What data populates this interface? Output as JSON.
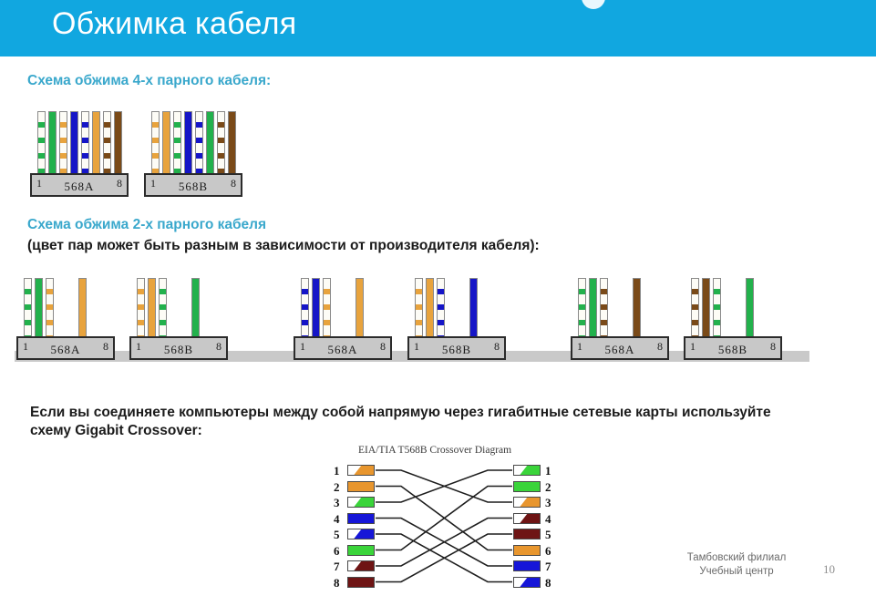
{
  "header": {
    "title": "Обжимка кабеля",
    "bg_color": "#11a7e0"
  },
  "sections": {
    "four_pair_heading": "Схема обжима 4-х парного кабеля:",
    "two_pair_heading": "Схема обжима 2-х парного кабеля",
    "two_pair_note": "(цвет пар может быть разным в зависимости от производителя кабеля):",
    "crossover_text_line1": "Если вы соединяете компьютеры между собой напрямую через гигабитные сетевые карты используйте",
    "crossover_text_line2": "схему Gigabit Crossover:"
  },
  "colors": {
    "green": "#22b14c",
    "orange": "#e8a33d",
    "blue": "#1515c7",
    "brown": "#7a4a18",
    "white": "#fdfcf6",
    "sw_green": "#3ad43a",
    "sw_orange": "#e8962e",
    "sw_blue": "#1616d8",
    "sw_brown": "#6e1414"
  },
  "four_pair_connectors": [
    {
      "standard": "568A",
      "pin_first": "1",
      "pin_last": "8",
      "wires": [
        {
          "pin": "1",
          "color": "green",
          "striped": true
        },
        {
          "pin": "2",
          "color": "green",
          "striped": false
        },
        {
          "pin": "3",
          "color": "orange",
          "striped": true
        },
        {
          "pin": "4",
          "color": "blue",
          "striped": false
        },
        {
          "pin": "5",
          "color": "blue",
          "striped": true
        },
        {
          "pin": "6",
          "color": "orange",
          "striped": false
        },
        {
          "pin": "7",
          "color": "brown",
          "striped": true
        },
        {
          "pin": "8",
          "color": "brown",
          "striped": false
        }
      ]
    },
    {
      "standard": "568B",
      "pin_first": "1",
      "pin_last": "8",
      "wires": [
        {
          "pin": "1",
          "color": "orange",
          "striped": true
        },
        {
          "pin": "2",
          "color": "orange",
          "striped": false
        },
        {
          "pin": "3",
          "color": "green",
          "striped": true
        },
        {
          "pin": "4",
          "color": "blue",
          "striped": false
        },
        {
          "pin": "5",
          "color": "blue",
          "striped": true
        },
        {
          "pin": "6",
          "color": "green",
          "striped": false
        },
        {
          "pin": "7",
          "color": "brown",
          "striped": true
        },
        {
          "pin": "8",
          "color": "brown",
          "striped": false
        }
      ]
    }
  ],
  "two_pair_connectors": [
    {
      "standard": "568A",
      "pin_first": "1",
      "pin_last": "8",
      "wires": [
        {
          "pin": "1",
          "color": "green",
          "striped": true
        },
        {
          "pin": "2",
          "color": "green",
          "striped": false
        },
        {
          "pin": "3",
          "color": "orange",
          "striped": true
        },
        {
          "pin": "6",
          "color": "orange",
          "striped": false
        }
      ]
    },
    {
      "standard": "568B",
      "pin_first": "1",
      "pin_last": "8",
      "wires": [
        {
          "pin": "1",
          "color": "orange",
          "striped": true
        },
        {
          "pin": "2",
          "color": "orange",
          "striped": false
        },
        {
          "pin": "3",
          "color": "green",
          "striped": true
        },
        {
          "pin": "6",
          "color": "green",
          "striped": false
        }
      ]
    },
    {
      "standard": "568A",
      "pin_first": "1",
      "pin_last": "8",
      "wires": [
        {
          "pin": "1",
          "color": "blue",
          "striped": true
        },
        {
          "pin": "2",
          "color": "blue",
          "striped": false
        },
        {
          "pin": "3",
          "color": "orange",
          "striped": true
        },
        {
          "pin": "6",
          "color": "orange",
          "striped": false
        }
      ]
    },
    {
      "standard": "568B",
      "pin_first": "1",
      "pin_last": "8",
      "wires": [
        {
          "pin": "1",
          "color": "orange",
          "striped": true
        },
        {
          "pin": "2",
          "color": "orange",
          "striped": false
        },
        {
          "pin": "3",
          "color": "blue",
          "striped": true
        },
        {
          "pin": "6",
          "color": "blue",
          "striped": false
        }
      ]
    },
    {
      "standard": "568A",
      "pin_first": "1",
      "pin_last": "8",
      "wires": [
        {
          "pin": "1",
          "color": "green",
          "striped": true
        },
        {
          "pin": "2",
          "color": "green",
          "striped": false
        },
        {
          "pin": "3",
          "color": "brown",
          "striped": true
        },
        {
          "pin": "6",
          "color": "brown",
          "striped": false
        }
      ]
    },
    {
      "standard": "568B",
      "pin_first": "1",
      "pin_last": "8",
      "wires": [
        {
          "pin": "1",
          "color": "brown",
          "striped": true
        },
        {
          "pin": "2",
          "color": "brown",
          "striped": false
        },
        {
          "pin": "3",
          "color": "green",
          "striped": true
        },
        {
          "pin": "6",
          "color": "green",
          "striped": false
        }
      ]
    }
  ],
  "crossover": {
    "title": "EIA/TIA T568B Crossover Diagram",
    "left_pins": [
      {
        "num": "1",
        "color": "sw_orange",
        "striped": true
      },
      {
        "num": "2",
        "color": "sw_orange",
        "striped": false
      },
      {
        "num": "3",
        "color": "sw_green",
        "striped": true
      },
      {
        "num": "4",
        "color": "sw_blue",
        "striped": false
      },
      {
        "num": "5",
        "color": "sw_blue",
        "striped": true
      },
      {
        "num": "6",
        "color": "sw_green",
        "striped": false
      },
      {
        "num": "7",
        "color": "sw_brown",
        "striped": true
      },
      {
        "num": "8",
        "color": "sw_brown",
        "striped": false
      }
    ],
    "right_pins": [
      {
        "num": "1",
        "color": "sw_green",
        "striped": true
      },
      {
        "num": "2",
        "color": "sw_green",
        "striped": false
      },
      {
        "num": "3",
        "color": "sw_orange",
        "striped": true
      },
      {
        "num": "4",
        "color": "sw_brown",
        "striped": true
      },
      {
        "num": "5",
        "color": "sw_brown",
        "striped": false
      },
      {
        "num": "6",
        "color": "sw_orange",
        "striped": false
      },
      {
        "num": "7",
        "color": "sw_blue",
        "striped": false
      },
      {
        "num": "8",
        "color": "sw_blue",
        "striped": true
      }
    ],
    "mapping": [
      {
        "from": 1,
        "to": 3
      },
      {
        "from": 2,
        "to": 6
      },
      {
        "from": 3,
        "to": 1
      },
      {
        "from": 4,
        "to": 7
      },
      {
        "from": 5,
        "to": 8
      },
      {
        "from": 6,
        "to": 2
      },
      {
        "from": 7,
        "to": 4
      },
      {
        "from": 8,
        "to": 5
      }
    ]
  },
  "footer": {
    "line1": "Тамбовский филиал",
    "line2": "Учебный центр",
    "page_number": "10"
  }
}
